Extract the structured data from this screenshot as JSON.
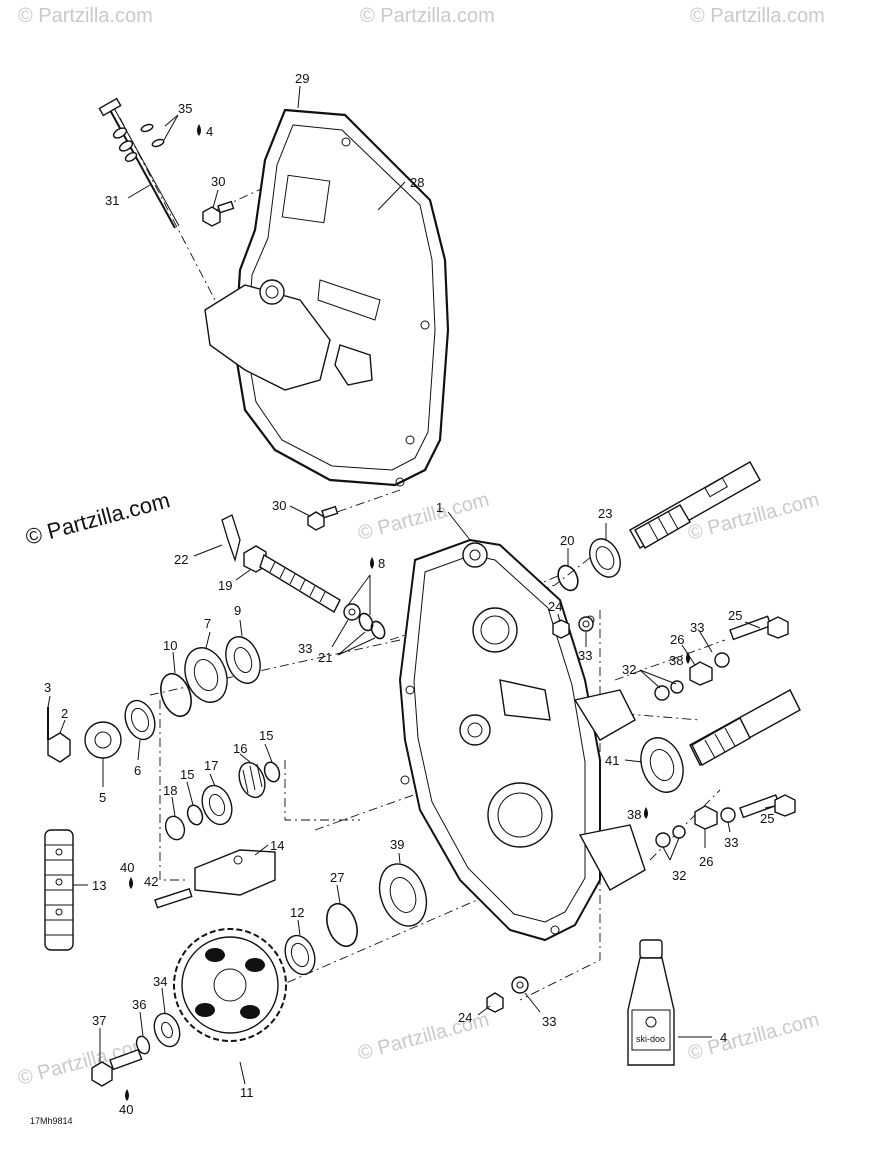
{
  "watermarks": {
    "main": "© Partzilla.com",
    "repeat": "© Partzilla.com"
  },
  "diagram_code": "17Mh9814",
  "labels": {
    "p1": "1",
    "p2": "2",
    "p3": "3",
    "p4a": "4",
    "p4b": "4",
    "p5": "5",
    "p6": "6",
    "p7": "7",
    "p8": "8",
    "p9": "9",
    "p10": "10",
    "p11": "11",
    "p12": "12",
    "p13": "13",
    "p14": "14",
    "p15a": "15",
    "p15b": "15",
    "p16": "16",
    "p17": "17",
    "p18": "18",
    "p19": "19",
    "p20": "20",
    "p21": "21",
    "p22": "22",
    "p23": "23",
    "p24a": "24",
    "p24b": "24",
    "p25a": "25",
    "p25b": "25",
    "p26a": "26",
    "p26b": "26",
    "p27": "27",
    "p28": "28",
    "p29": "29",
    "p30a": "30",
    "p30b": "30",
    "p31": "31",
    "p32a": "32",
    "p32b": "32",
    "p33a": "33",
    "p33b": "33",
    "p33c": "33",
    "p33d": "33",
    "p33e": "33",
    "p34": "34",
    "p35": "35",
    "p36": "36",
    "p37": "37",
    "p38a": "38",
    "p38b": "38",
    "p39": "39",
    "p40a": "40",
    "p40b": "40",
    "p41": "41",
    "p42": "42"
  },
  "icons": {
    "drop": "droplet-icon"
  }
}
